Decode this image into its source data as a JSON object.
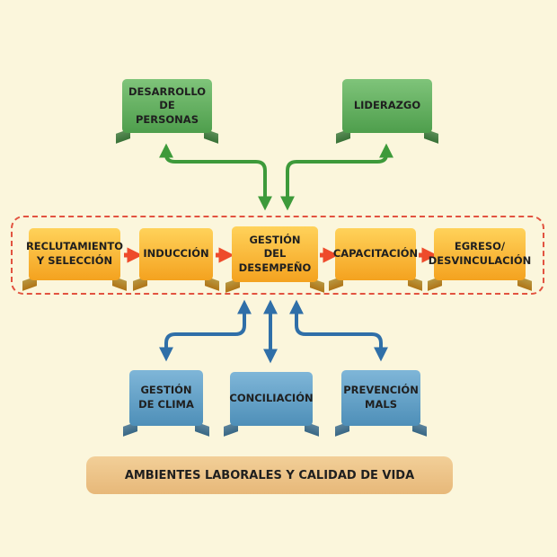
{
  "colors": {
    "background": "#fbf6dc",
    "green_box": "#5aa857",
    "orange_box": "#f7b531",
    "blue_box": "#5d9dc4",
    "green_arrow": "#3d9a3a",
    "blue_arrow": "#2f6fa8",
    "red_arrow": "#ee4b2b",
    "frame_dash": "#e25340",
    "footer_bar": "#ecc187"
  },
  "top": {
    "left_line1": "DESARROLLO",
    "left_line2": "DE PERSONAS",
    "right_line1": "LIDERAZGO"
  },
  "process": {
    "step1_line1": "RECLUTAMIENTO",
    "step1_line2": "Y SELECCIÓN",
    "step2_line1": "INDUCCIÓN",
    "step3_line1": "GESTIÓN DEL",
    "step3_line2": "DESEMPEÑO",
    "step4_line1": "CAPACITACIÓN",
    "step5_line1": "EGRESO/",
    "step5_line2": "DESVINCULACIÓN"
  },
  "bottom": {
    "left_line1": "GESTIÓN",
    "left_line2": "DE CLIMA",
    "center_line1": "CONCILIACIÓN",
    "right_line1": "PREVENCIÓN",
    "right_line2": "MALS"
  },
  "footer": {
    "label": "AMBIENTES LABORALES Y CALIDAD DE VIDA"
  }
}
